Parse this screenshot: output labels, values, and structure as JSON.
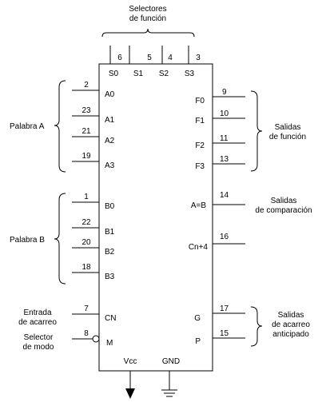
{
  "chip": {
    "top_group_label": [
      "Selectores",
      "de función"
    ],
    "top_pins": [
      {
        "num": "6",
        "name": "S0"
      },
      {
        "num": "5",
        "name": "S1"
      },
      {
        "num": "4",
        "name": "S2"
      },
      {
        "num": "3",
        "name": "S3"
      }
    ],
    "left_groups": [
      {
        "label": [
          "Palabra A"
        ],
        "pins": [
          {
            "num": "2",
            "name": "A0"
          },
          {
            "num": "23",
            "name": "A1"
          },
          {
            "num": "21",
            "name": "A2"
          },
          {
            "num": "19",
            "name": "A3"
          }
        ]
      },
      {
        "label": [
          "Palabra B"
        ],
        "pins": [
          {
            "num": "1",
            "name": "B0"
          },
          {
            "num": "22",
            "name": "B1"
          },
          {
            "num": "20",
            "name": "B2"
          },
          {
            "num": "18",
            "name": "B3"
          }
        ]
      }
    ],
    "carry_in": {
      "label": [
        "Entrada",
        "de acarreo"
      ],
      "num": "7",
      "name": "CN"
    },
    "mode": {
      "label": [
        "Selector",
        "de modo"
      ],
      "num": "8",
      "name": "M"
    },
    "right_function": {
      "label": [
        "Salidas",
        "de función"
      ],
      "pins": [
        {
          "num": "9",
          "name": "F0"
        },
        {
          "num": "10",
          "name": "F1"
        },
        {
          "num": "11",
          "name": "F2"
        },
        {
          "num": "13",
          "name": "F3"
        }
      ]
    },
    "compare": {
      "label": [
        "Salidas",
        "de comparación"
      ],
      "num": "14",
      "name": "A=B"
    },
    "cn4": {
      "num": "16",
      "name": "Cn+4"
    },
    "carry_lookahead": {
      "label": [
        "Salidas",
        "de acarreo",
        "anticipado"
      ],
      "pins": [
        {
          "num": "17",
          "name": "G"
        },
        {
          "num": "15",
          "name": "P"
        }
      ]
    },
    "power": {
      "vcc": "Vcc",
      "gnd": "GND"
    }
  }
}
